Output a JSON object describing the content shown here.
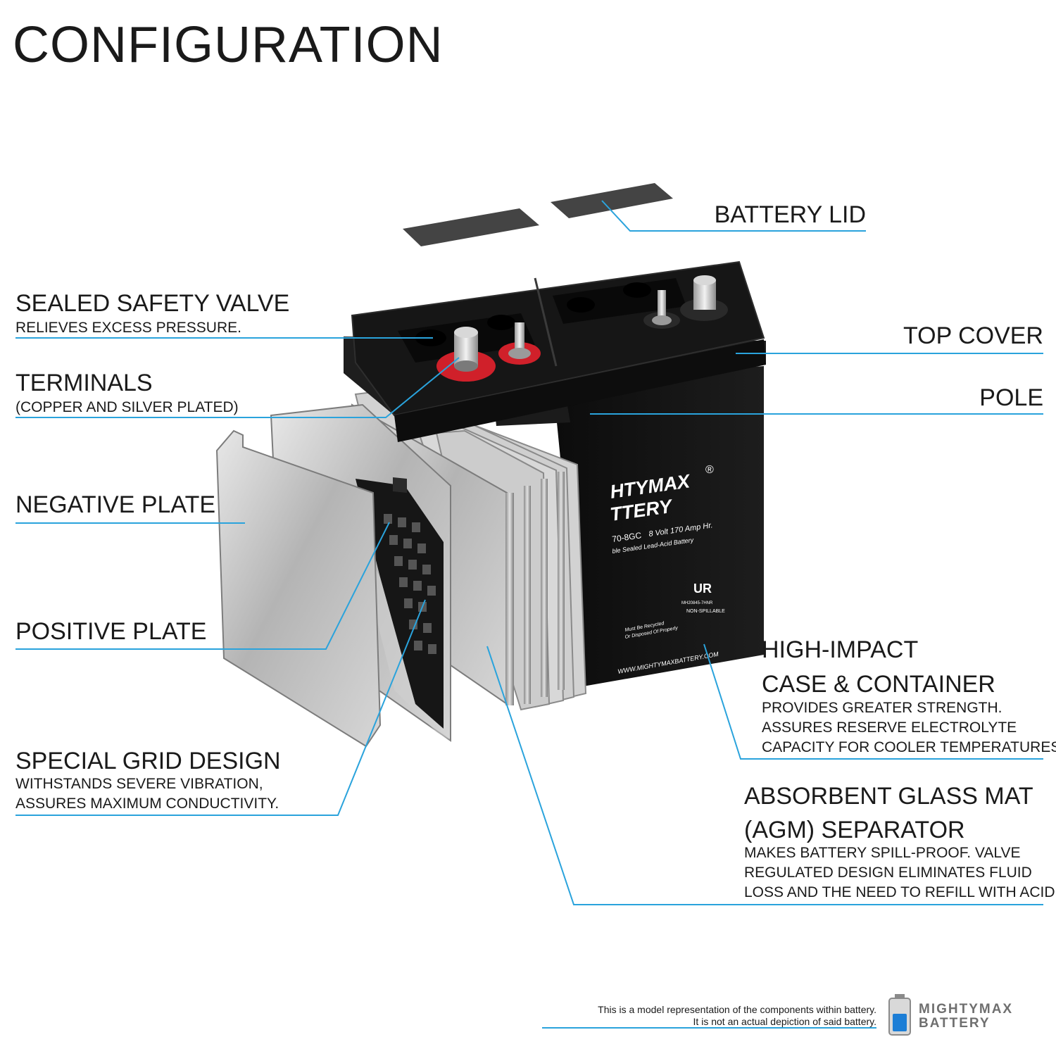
{
  "title": "CONFIGURATION",
  "colors": {
    "leader_line": "#2aa3dc",
    "case": "#121212",
    "plate": "#b9b9b9",
    "terminal_red": "#d0202a"
  },
  "callouts": {
    "battery_lid": {
      "label": "BATTERY LID"
    },
    "top_cover": {
      "label": "TOP COVER"
    },
    "pole": {
      "label": "POLE"
    },
    "sealed_safety_valve": {
      "label": "SEALED SAFETY VALVE",
      "desc": [
        "RELIEVES EXCESS PRESSURE."
      ]
    },
    "terminals": {
      "label": "TERMINALS",
      "desc": [
        "(COPPER AND SILVER PLATED)"
      ]
    },
    "negative_plate": {
      "label": "NEGATIVE PLATE"
    },
    "positive_plate": {
      "label": "POSITIVE PLATE"
    },
    "special_grid_design": {
      "label": "SPECIAL GRID DESIGN",
      "desc": [
        "WITHSTANDS SEVERE VIBRATION,",
        "ASSURES MAXIMUM CONDUCTIVITY."
      ]
    },
    "high_impact_case": {
      "label": [
        "HIGH-IMPACT",
        "CASE & CONTAINER"
      ],
      "desc": [
        "PROVIDES GREATER STRENGTH.",
        "ASSURES RESERVE ELECTROLYTE",
        "CAPACITY FOR COOLER TEMPERATURES."
      ]
    },
    "agm_separator": {
      "label": [
        "ABSORBENT GLASS MAT",
        "(AGM) SEPARATOR"
      ],
      "desc": [
        "MAKES BATTERY SPILL-PROOF. VALVE",
        "REGULATED DESIGN ELIMINATES FLUID",
        "LOSS AND THE NEED TO REFILL WITH ACID."
      ]
    }
  },
  "battery_label": {
    "brand_line1": "HTYMAX",
    "brand_line2": "TTERY",
    "registered": "®",
    "model": "70-8GC",
    "spec": "8 Volt 170 Amp Hr.",
    "type": "ble Sealed Lead-Acid Battery",
    "ul_code": "MH20845-7HNR",
    "non_spillable": "NON-SPILLABLE",
    "recycle": [
      "Must Be Recycled",
      "Or Disposed Of Properly"
    ],
    "website": "WWW.MIGHTYMAXBATTERY.COM"
  },
  "footnote": [
    "This is a model representation of the components within battery.",
    "It is not an actual depiction of said battery."
  ],
  "logo": {
    "line1": "MIGHTYMAX",
    "line2": "BATTERY"
  }
}
